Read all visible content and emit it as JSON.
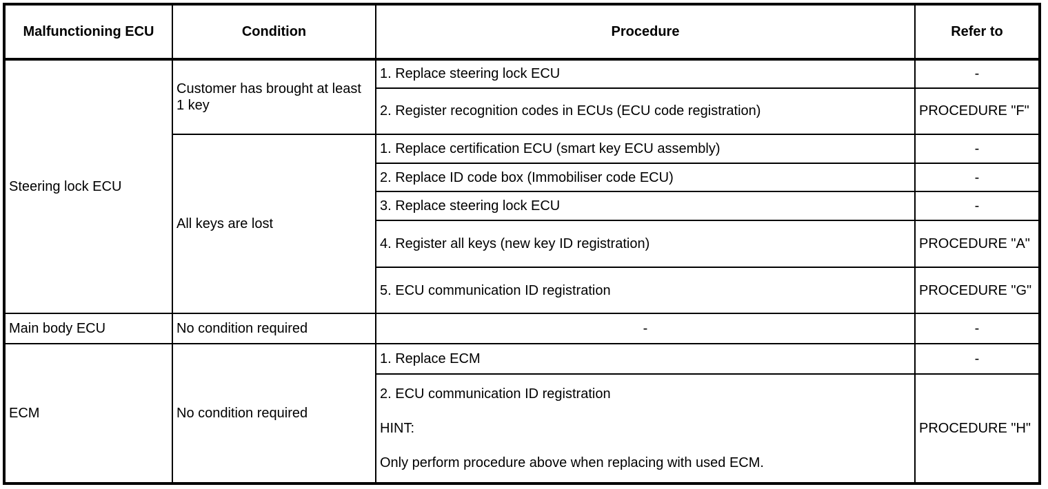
{
  "headers": {
    "ecu": "Malfunctioning ECU",
    "condition": "Condition",
    "procedure": "Procedure",
    "refer": "Refer to"
  },
  "rows": [
    {
      "ecu": "Steering lock ECU",
      "groups": [
        {
          "condition": "Customer has brought at least 1 key",
          "steps": [
            {
              "procedure": "1. Replace steering lock ECU",
              "refer": "-"
            },
            {
              "procedure": "2. Register recognition codes in ECUs (ECU code registration)",
              "refer": "PROCEDURE \"F\""
            }
          ]
        },
        {
          "condition": "All keys are lost",
          "steps": [
            {
              "procedure": "1. Replace certification ECU (smart key ECU assembly)",
              "refer": "-"
            },
            {
              "procedure": "2. Replace ID code box (Immobiliser code ECU)",
              "refer": "-"
            },
            {
              "procedure": "3. Replace steering lock ECU",
              "refer": "-"
            },
            {
              "procedure": "4. Register all keys (new key ID registration)",
              "refer": "PROCEDURE \"A\""
            },
            {
              "procedure": "5. ECU communication ID registration",
              "refer": "PROCEDURE \"G\""
            }
          ]
        }
      ]
    },
    {
      "ecu": "Main body ECU",
      "condition": "No condition required",
      "procedure": "-",
      "refer": "-"
    },
    {
      "ecu": "ECM",
      "condition": "No condition required",
      "steps": [
        {
          "procedure": "1. Replace ECM",
          "refer": "-"
        },
        {
          "procedure": "2. ECU communication ID registration",
          "hint_label": "HINT:",
          "hint_text": "Only perform procedure above when replacing with used ECM.",
          "refer": "PROCEDURE \"H\""
        }
      ]
    }
  ]
}
